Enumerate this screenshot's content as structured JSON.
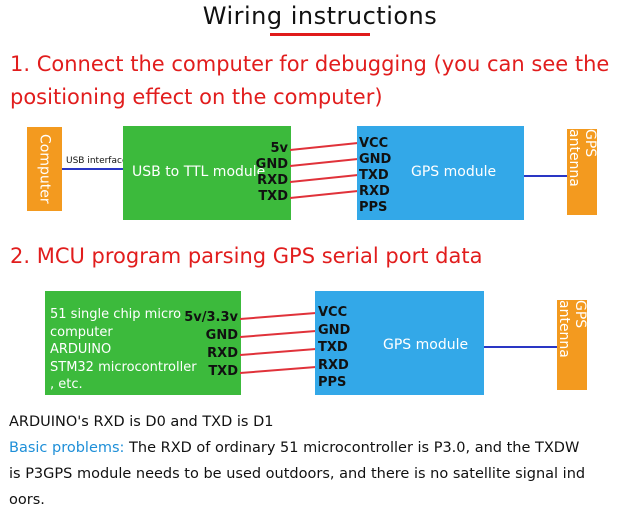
{
  "title": "Wiring instructions",
  "section1": {
    "heading": "1. Connect the computer for debugging (you can see the positioning effect on the computer)",
    "computer_label": "Computer",
    "usb_label": "USB interface",
    "usb_ttl_label": "USB to TTL module",
    "ttl_pins": [
      "5v",
      "GND",
      "RXD",
      "TXD"
    ],
    "gps_pins": [
      "VCC",
      "GND",
      "TXD",
      "RXD",
      "PPS"
    ],
    "gps_label": "GPS module",
    "antenna_label": "GPS antenna"
  },
  "section2": {
    "heading": "2. MCU program parsing GPS serial port data",
    "mcu_lines": [
      "51 single chip micro",
      "computer",
      "ARDUINO",
      "STM32 microcontroller",
      ", etc."
    ],
    "mcu_pins": [
      "5v/3.3v",
      "GND",
      "RXD",
      "TXD"
    ],
    "gps_pins": [
      "VCC",
      "GND",
      "TXD",
      "RXD",
      "PPS"
    ],
    "gps_label": "GPS module",
    "antenna_label": "GPS antenna"
  },
  "notes": {
    "line1": "ARDUINO's RXD is D0 and TXD is D1",
    "basic_label": "Basic problems:",
    "basic_text": " The RXD of ordinary 51 microcontroller is P3.0, and the TXDW",
    "line3": "is P3GPS module needs to be used outdoors, and there is no satellite signal ind",
    "line4": "oors."
  },
  "colors": {
    "orange": "#f39a1f",
    "green": "#3cba3c",
    "blue": "#33a8e8",
    "red": "#e11d1d",
    "wire_red": "#e0323a",
    "wire_blue": "#2a36c4",
    "note_blue": "#1e8fd8"
  }
}
